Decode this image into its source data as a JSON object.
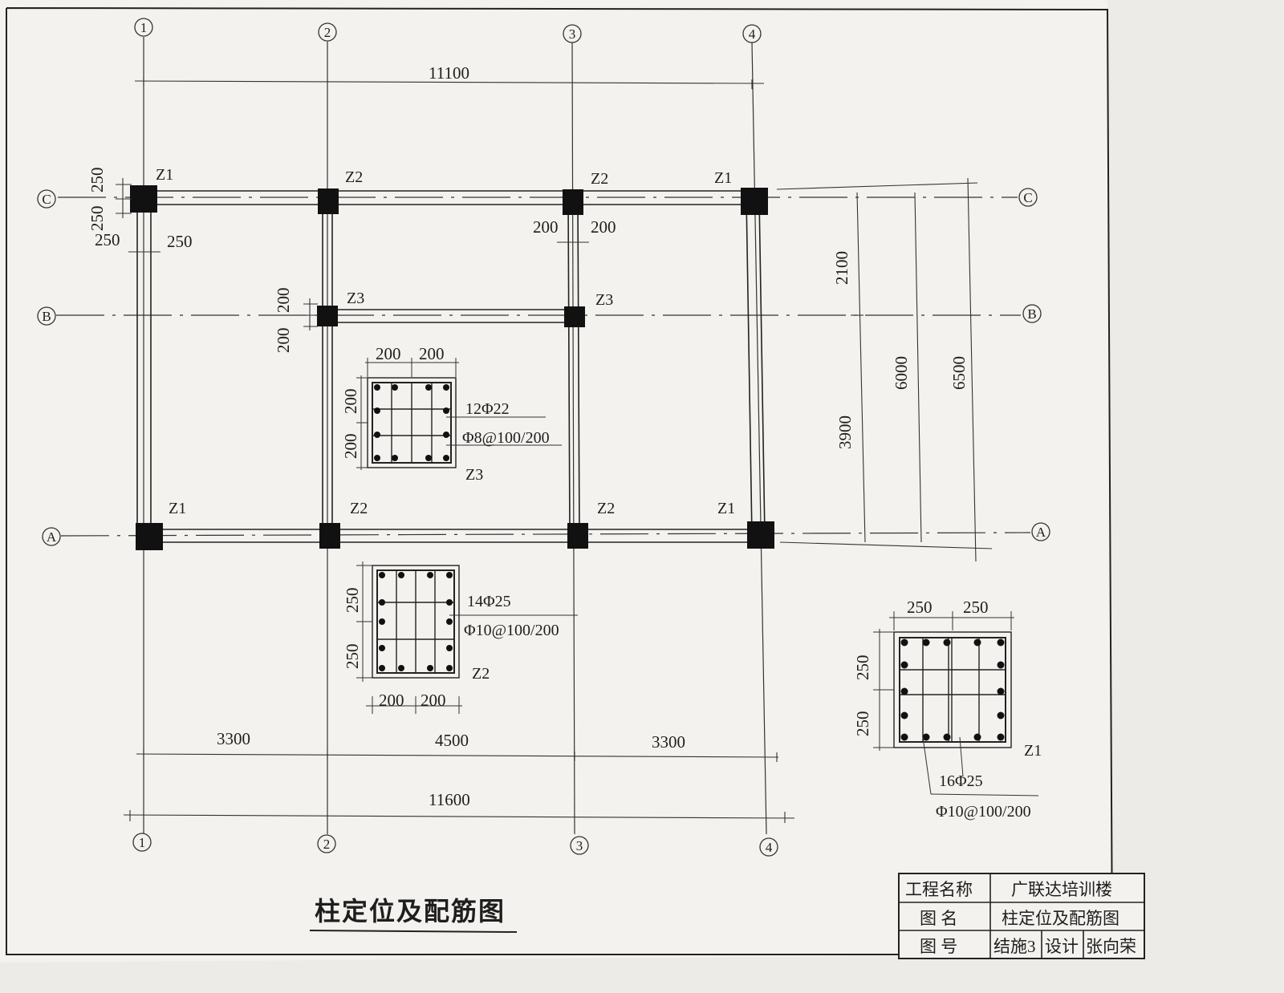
{
  "drawing_title": "柱定位及配筋图",
  "axes": {
    "numbered": [
      "1",
      "2",
      "3",
      "4"
    ],
    "lettered": [
      "A",
      "B",
      "C"
    ]
  },
  "dimensions": {
    "top_total": "11100",
    "bottom_spans": [
      "3300",
      "4500",
      "3300"
    ],
    "bottom_total": "11600",
    "right_chain": [
      "2100",
      "3900"
    ],
    "right_mid": "6000",
    "right_total": "6500",
    "z1_offsets": [
      "250",
      "250",
      "250",
      "250"
    ],
    "z2_offsets": [
      "200",
      "200"
    ],
    "z3_offsets": [
      "200",
      "200"
    ]
  },
  "column_labels": {
    "c_row": [
      "Z1",
      "Z2",
      "Z2",
      "Z1"
    ],
    "b_row": [
      "Z3",
      "Z3"
    ],
    "a_row": [
      "Z1",
      "Z2",
      "Z2",
      "Z1"
    ]
  },
  "sections": {
    "z3": {
      "name": "Z3",
      "dims_top": [
        "200",
        "200"
      ],
      "dims_side": [
        "200",
        "200"
      ],
      "main_bar": "12Φ22",
      "stirrup": "Φ8@100/200"
    },
    "z2": {
      "name": "Z2",
      "dims_bottom": [
        "200",
        "200"
      ],
      "dims_side": [
        "250",
        "250"
      ],
      "main_bar": "14Φ25",
      "stirrup": "Φ10@100/200"
    },
    "z1": {
      "name": "Z1",
      "dims_top": [
        "250",
        "250"
      ],
      "dims_side": [
        "250",
        "250"
      ],
      "main_bar": "16Φ25",
      "stirrup": "Φ10@100/200"
    }
  },
  "title_block": {
    "project_label": "工程名称",
    "project_value": "广联达培训楼",
    "drawing_name_label": "图 名",
    "drawing_name_value": "柱定位及配筋图",
    "drawing_no_label": "图 号",
    "drawing_no_value": "结施3",
    "designer_label": "设计",
    "designer_value": "张向荣"
  }
}
